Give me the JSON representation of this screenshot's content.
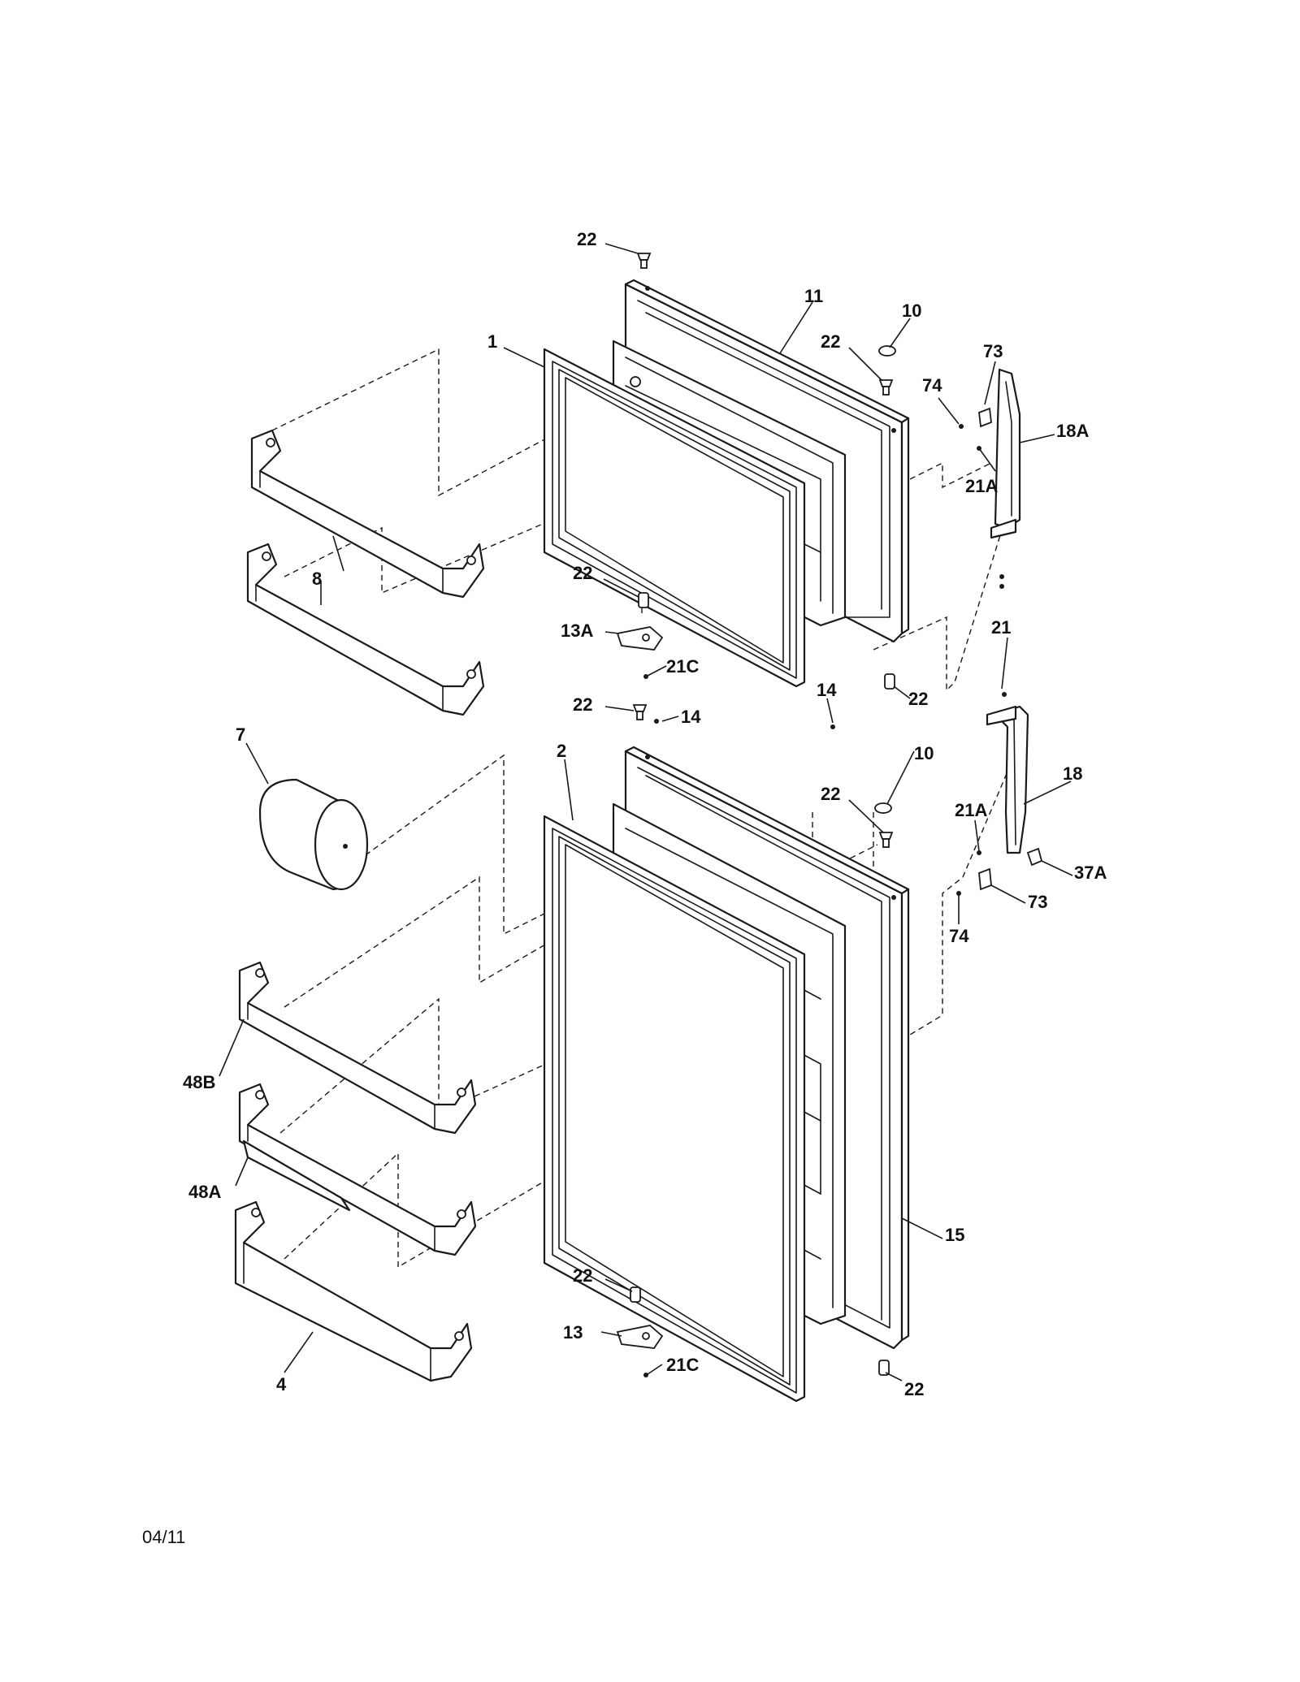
{
  "callouts": {
    "c1": "1",
    "c2": "2",
    "c4": "4",
    "c7": "7",
    "c8": "8",
    "c10a": "10",
    "c10b": "10",
    "c11": "11",
    "c13": "13",
    "c13a": "13A",
    "c14a": "14",
    "c14b": "14",
    "c15": "15",
    "c18": "18",
    "c18a": "18A",
    "c21": "21",
    "c21a1": "21A",
    "c21a2": "21A",
    "c21c1": "21C",
    "c21c2": "21C",
    "c22a": "22",
    "c22b": "22",
    "c22c": "22",
    "c22d": "22",
    "c22e": "22",
    "c22f": "22",
    "c22g": "22",
    "c22h": "22",
    "c37a": "37A",
    "c48a": "48A",
    "c48b": "48B",
    "c73a": "73",
    "c73b": "73",
    "c74a": "74",
    "c74b": "74"
  },
  "footer": {
    "date_code": "04/11"
  }
}
